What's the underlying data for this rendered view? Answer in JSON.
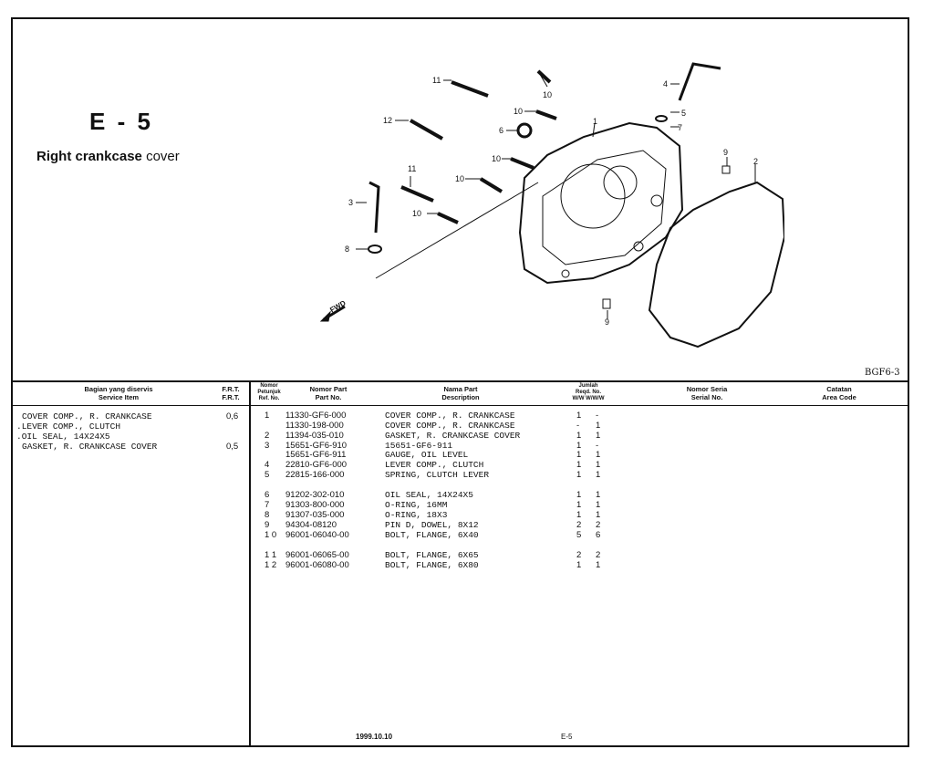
{
  "section": {
    "code": "E - 5",
    "title_bold": "Right crankcase",
    "title_rest": "cover",
    "drawing_ref": "BGF6-3"
  },
  "callouts": [
    "11",
    "10",
    "4",
    "10",
    "5",
    "12",
    "7",
    "6",
    "1",
    "9",
    "10",
    "2",
    "11",
    "3",
    "10",
    "10",
    "8",
    "9"
  ],
  "fwd_label": "FWD",
  "headers": {
    "service": [
      "Bagian yang diservis",
      "Service Item"
    ],
    "frt": [
      "F.R.T.",
      "F.R.T."
    ],
    "ref": [
      "Nomor",
      "Petunjuk",
      "Ref. No."
    ],
    "part_no": [
      "Nomor Part",
      "Part No."
    ],
    "desc": [
      "Nama Part",
      "Description"
    ],
    "qty": [
      "Jumlah",
      "Reqd. No.",
      "W/W  W/W/W"
    ],
    "serial": [
      "Nomor Seria",
      "Serial No."
    ],
    "area": [
      "Catatan",
      "Area Code"
    ]
  },
  "service_items": [
    {
      "text": "COVER COMP., R. CRANKCASE",
      "frt": "0,6"
    },
    {
      "text": ".LEVER COMP., CLUTCH",
      "frt": ""
    },
    {
      "text": ".OIL SEAL, 14X24X5",
      "frt": ""
    },
    {
      "text": "GASKET, R. CRANKCASE COVER",
      "frt": "0,5"
    }
  ],
  "parts": [
    {
      "ref": "1",
      "part": "11330-GF6-000",
      "desc": "COVER COMP., R. CRANKCASE",
      "q1": "1",
      "q2": "-"
    },
    {
      "ref": "",
      "part": "11330-198-000",
      "desc": "COVER COMP., R. CRANKCASE",
      "q1": "-",
      "q2": "1"
    },
    {
      "ref": "2",
      "part": "11394-035-010",
      "desc": "GASKET, R. CRANKCASE COVER",
      "q1": "1",
      "q2": "1"
    },
    {
      "ref": "3",
      "part": "15651-GF6-910",
      "desc": "15651-GF6-911",
      "q1": "1",
      "q2": "-"
    },
    {
      "ref": "",
      "part": "15651-GF6-911",
      "desc": "GAUGE, OIL LEVEL",
      "q1": "1",
      "q2": "1"
    },
    {
      "ref": "4",
      "part": "22810-GF6-000",
      "desc": "LEVER COMP., CLUTCH",
      "q1": "1",
      "q2": "1"
    },
    {
      "ref": "5",
      "part": "22815-166-000",
      "desc": "SPRING, CLUTCH LEVER",
      "q1": "1",
      "q2": "1"
    },
    {
      "ref": "6",
      "part": "91202-302-010",
      "desc": "OIL SEAL, 14X24X5",
      "q1": "1",
      "q2": "1"
    },
    {
      "ref": "7",
      "part": "91303-800-000",
      "desc": "O-RING, 16MM",
      "q1": "1",
      "q2": "1"
    },
    {
      "ref": "8",
      "part": "91307-035-000",
      "desc": "O-RING, 18X3",
      "q1": "1",
      "q2": "1"
    },
    {
      "ref": "9",
      "part": "94304-08120",
      "desc": "PIN D, DOWEL, 8X12",
      "q1": "2",
      "q2": "2"
    },
    {
      "ref": "1 0",
      "part": "96001-06040-00",
      "desc": "BOLT, FLANGE, 6X40",
      "q1": "5",
      "q2": "6"
    },
    {
      "ref": "1 1",
      "part": "96001-06065-00",
      "desc": "BOLT, FLANGE, 6X65",
      "q1": "2",
      "q2": "2"
    },
    {
      "ref": "1 2",
      "part": "96001-06080-00",
      "desc": "BOLT, FLANGE, 6X80",
      "q1": "1",
      "q2": "1"
    }
  ],
  "footer": {
    "date": "1999.10.10",
    "page": "E-5"
  }
}
